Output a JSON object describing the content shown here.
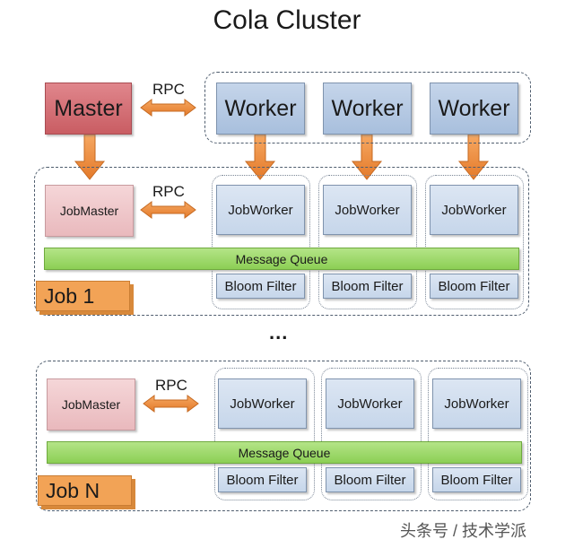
{
  "title": "Cola Cluster",
  "master_label": "Master",
  "rpc_label": "RPC",
  "workers": [
    "Worker",
    "Worker",
    "Worker"
  ],
  "jobs": [
    {
      "tab_label": "Job 1",
      "jobmaster_label": "JobMaster",
      "rpc_label": "RPC",
      "jobworkers": [
        "JobWorker",
        "JobWorker",
        "JobWorker"
      ],
      "message_queue_label": "Message Queue",
      "bloom_filters": [
        "Bloom Filter",
        "Bloom Filter",
        "Bloom Filter"
      ]
    },
    {
      "tab_label": "Job N",
      "jobmaster_label": "JobMaster",
      "rpc_label": "RPC",
      "jobworkers": [
        "JobWorker",
        "JobWorker",
        "JobWorker"
      ],
      "message_queue_label": "Message Queue",
      "bloom_filters": [
        "Bloom Filter",
        "Bloom Filter",
        "Bloom Filter"
      ]
    }
  ],
  "ellipsis": "...",
  "watermark": "头条号 / 技术学派",
  "colors": {
    "master": "#c95d63",
    "worker": "#a8bfdd",
    "jobmaster": "#e9b9bd",
    "message_queue": "#8ccf55",
    "job_tab": "#f2a356",
    "arrow": "#ee8a3c"
  }
}
